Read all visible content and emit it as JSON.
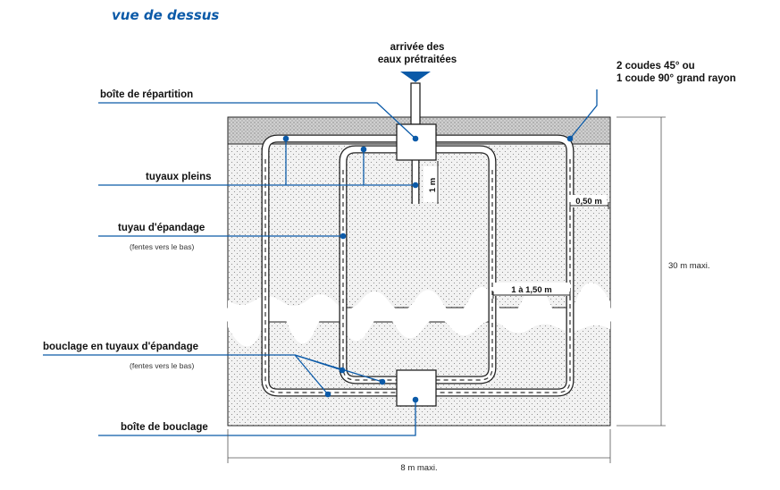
{
  "title": "vue de dessus",
  "labels": {
    "inlet_line1": "arrivée des",
    "inlet_line2": "eaux prétraitées",
    "elbows_line1": "2 coudes 45° ou",
    "elbows_line2": "1 coude 90° grand rayon",
    "distribution_box": "boîte de répartition",
    "solid_pipes": "tuyaux pleins",
    "spreading_pipe": "tuyau d'épandage",
    "spreading_pipe_note": "(fentes vers le bas)",
    "loop_pipes": "bouclage en tuyaux d'épandage",
    "loop_pipes_note": "(fentes vers le bas)",
    "loop_box": "boîte de bouclage"
  },
  "dimensions": {
    "one_m": "1 m",
    "half_m": "0,50 m",
    "spacing": "1 à 1,50 m",
    "length_max": "30 m maxi.",
    "width_max": "8 m maxi."
  },
  "colors": {
    "accent": "#0b5aa8",
    "pipe": "#333333",
    "fill": "#e9e9e9",
    "gravel": "#d7d7d7"
  }
}
